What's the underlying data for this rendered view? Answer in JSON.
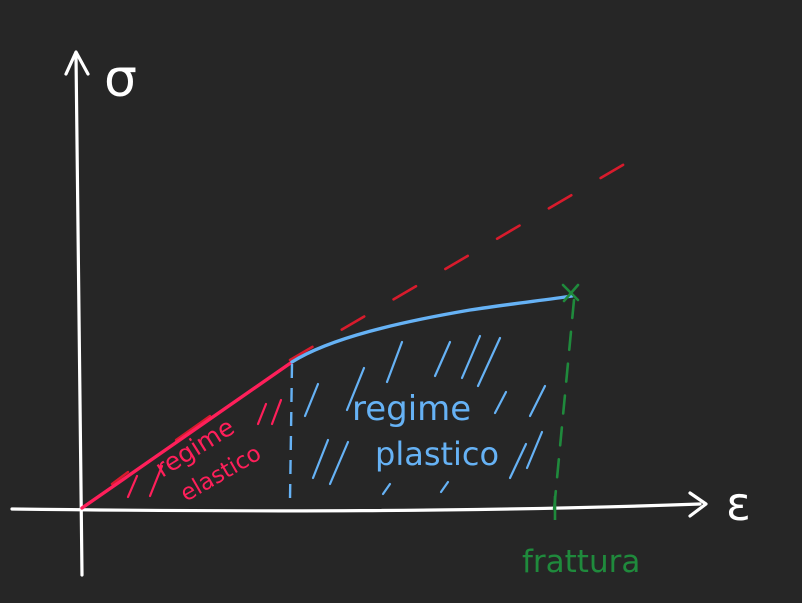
{
  "diagram": {
    "y_axis_label": "σ",
    "x_axis_label": "ε",
    "elastic_label": [
      "regime",
      "elastico"
    ],
    "plastic_label": [
      "regime",
      "plastico"
    ],
    "fracture_label": "frattura"
  },
  "colors": {
    "background": "#262626",
    "axes": "#ffffff",
    "elastic": "#ff1f5a",
    "elastic_extension_dashed": "#d81b2c",
    "plastic": "#66b2f5",
    "fracture": "#1f8a3c"
  }
}
